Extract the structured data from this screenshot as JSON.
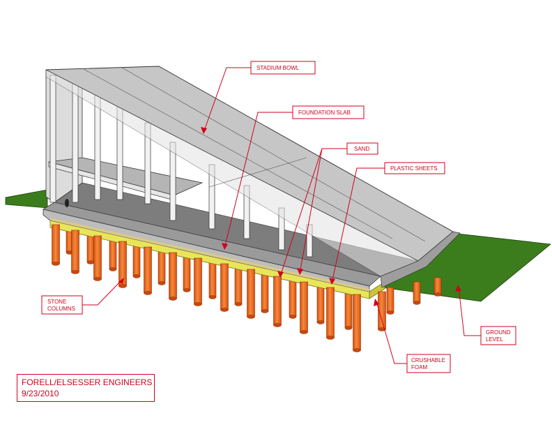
{
  "callouts": {
    "stadium_bowl": "STADIUM BOWL",
    "foundation_slab": "FOUNDATION SLAB",
    "sand": "SAND",
    "plastic_sheets": "PLASTIC SHEETS",
    "stone_columns_1": "STONE",
    "stone_columns_2": "COLUMNS",
    "ground_level_1": "GROUND",
    "ground_level_2": "LEVEL",
    "crushable_foam_1": "CRUSHABLE",
    "crushable_foam_2": "FOAM"
  },
  "credit": {
    "firm": "FORELL/ELSESSER ENGINEERS",
    "date": "9/23/2010"
  },
  "colors": {
    "annotation": "#d0021b",
    "ground": "#3a7a1a",
    "stone_column": "#f06a1e",
    "crushable_foam": "#e9e64a",
    "bowl_surface": "#c4c4c4",
    "slab": "#8c8c8c"
  }
}
